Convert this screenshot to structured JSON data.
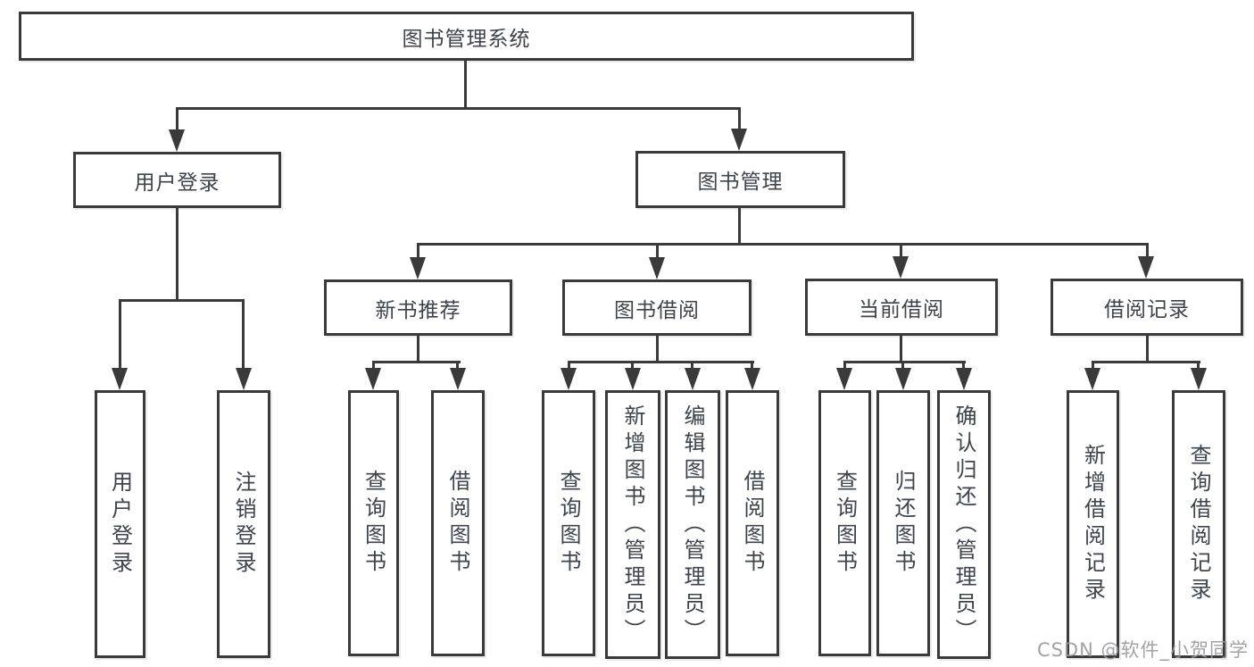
{
  "diagram_type": "hierarchy-tree",
  "colors": {
    "line": "#3a3a3a",
    "box_border": "#3a3a3a",
    "text": "#3e434c",
    "watermark": "#9b9b9f",
    "background": "#ffffff"
  },
  "tree": {
    "label": "图书管理系统",
    "children": [
      {
        "label": "用户登录",
        "children": [
          {
            "label": "用户登录"
          },
          {
            "label": "注销登录"
          }
        ]
      },
      {
        "label": "图书管理",
        "children": [
          {
            "label": "新书推荐",
            "children": [
              {
                "label": "查询图书"
              },
              {
                "label": "借阅图书"
              }
            ]
          },
          {
            "label": "图书借阅",
            "children": [
              {
                "label": "查询图书"
              },
              {
                "label": "新增图书（管理员）"
              },
              {
                "label": "编辑图书（管理员）"
              },
              {
                "label": "借阅图书"
              }
            ]
          },
          {
            "label": "当前借阅",
            "children": [
              {
                "label": "查询图书"
              },
              {
                "label": "归还图书"
              },
              {
                "label": "确认归还（管理员）"
              }
            ]
          },
          {
            "label": "借阅记录",
            "children": [
              {
                "label": "新增借阅记录"
              },
              {
                "label": "查询借阅记录"
              }
            ]
          }
        ]
      }
    ]
  },
  "watermark": "CSDN @软件_小贺同学"
}
